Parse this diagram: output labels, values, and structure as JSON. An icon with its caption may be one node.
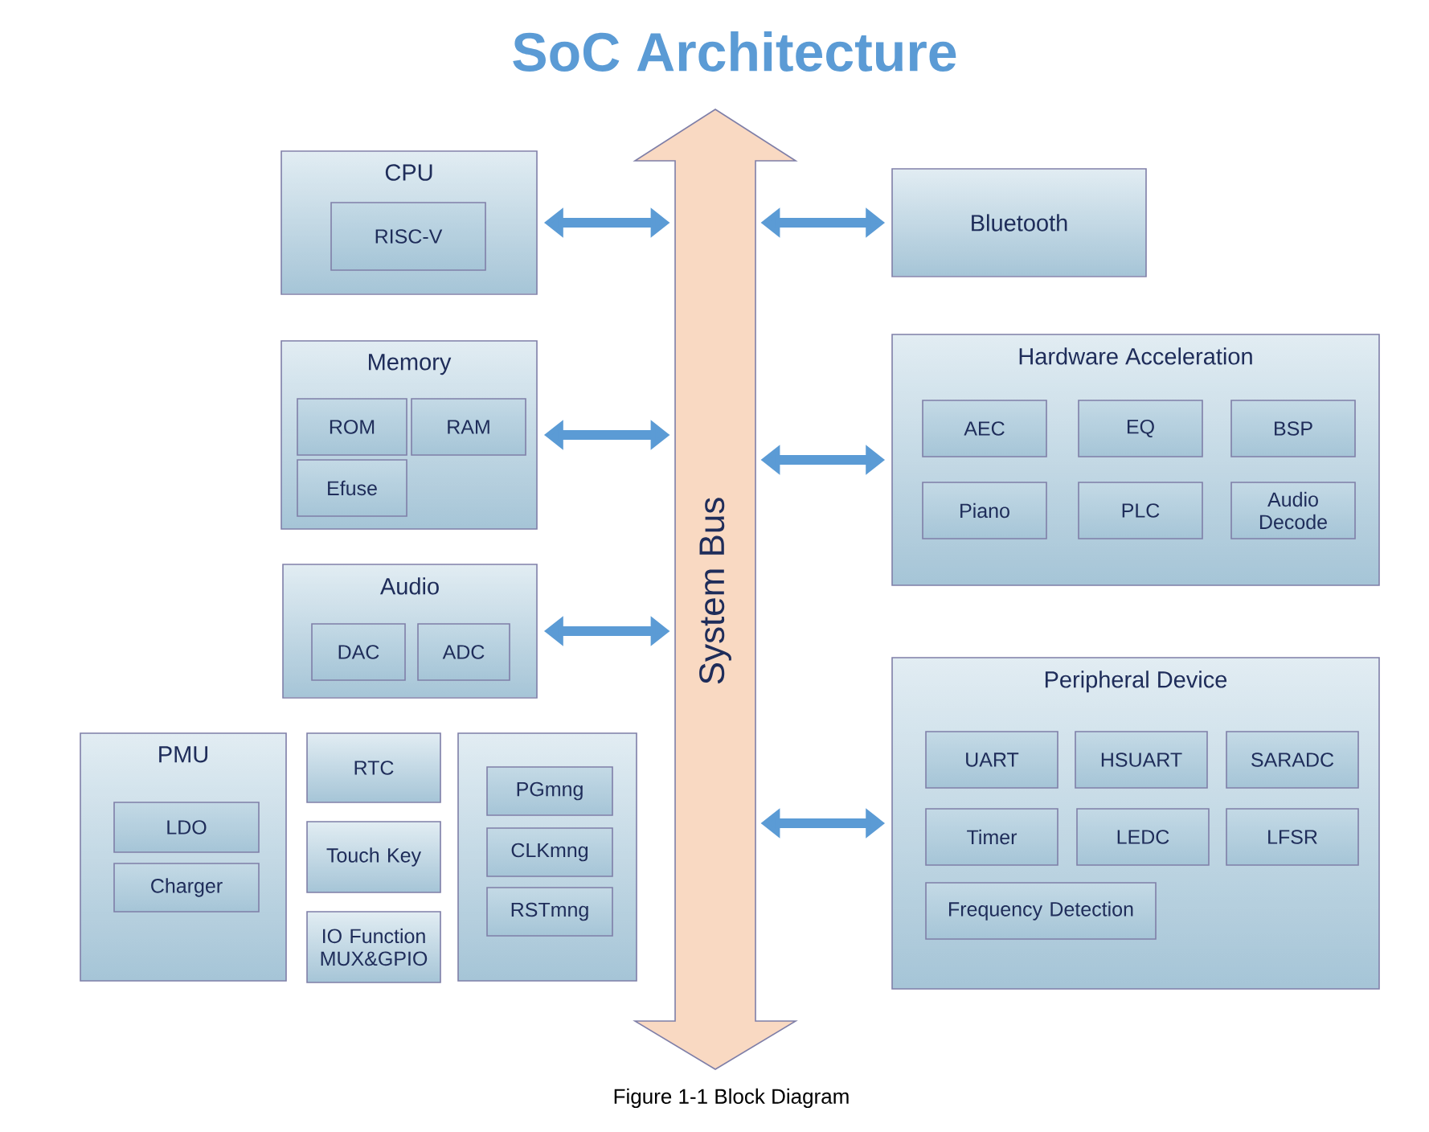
{
  "diagram": {
    "title": "SoC Architecture",
    "caption": "Figure 1-1 Block Diagram",
    "nodes": [
      {
        "text": [
          "System Bus"
        ]
      },
      {
        "text": [
          "CPU"
        ]
      },
      {
        "text": [
          "RISC-V"
        ],
        "in": 1
      },
      {
        "text": [
          "Memory"
        ]
      },
      {
        "text": [
          "ROM"
        ],
        "in": 3
      },
      {
        "text": [
          "RAM"
        ],
        "in": 3
      },
      {
        "text": [
          "Efuse"
        ],
        "in": 3
      },
      {
        "text": [
          "Audio"
        ]
      },
      {
        "text": [
          "DAC"
        ],
        "in": 7
      },
      {
        "text": [
          "ADC"
        ],
        "in": 7
      },
      {
        "text": [
          "PMU"
        ]
      },
      {
        "text": [
          "LDO"
        ],
        "in": 10
      },
      {
        "text": [
          "Charger"
        ],
        "in": 10
      },
      {
        "text": [
          "RTC"
        ]
      },
      {
        "text": [
          "Touch Key"
        ]
      },
      {
        "text": [
          "IO Function MUX&GPIO"
        ]
      },
      {
        "text": [],
        "shape": "box"
      },
      {
        "text": [
          "PGmng"
        ],
        "in": 16
      },
      {
        "text": [
          "CLKmng"
        ],
        "in": 16
      },
      {
        "text": [
          "RSTmng"
        ],
        "in": 16
      },
      {
        "text": [
          "Bluetooth"
        ]
      },
      {
        "text": [
          "Hardware Acceleration"
        ]
      },
      {
        "text": [
          "AEC"
        ],
        "in": 21
      },
      {
        "text": [
          "EQ"
        ],
        "in": 21
      },
      {
        "text": [
          "BSP"
        ],
        "in": 21
      },
      {
        "text": [
          "Piano"
        ],
        "in": 21
      },
      {
        "text": [
          "PLC"
        ],
        "in": 21
      },
      {
        "text": [
          "Audio Decode"
        ],
        "in": 21
      },
      {
        "text": [
          "Peripheral Device"
        ]
      },
      {
        "text": [
          "UART"
        ],
        "in": 28
      },
      {
        "text": [
          "HSUART"
        ],
        "in": 28
      },
      {
        "text": [
          "SARADC"
        ],
        "in": 28
      },
      {
        "text": [
          "Timer"
        ],
        "in": 28
      },
      {
        "text": [
          "LEDC"
        ],
        "in": 28
      },
      {
        "text": [
          "LFSR"
        ],
        "in": 28
      },
      {
        "text": [
          "Frequency Detection"
        ],
        "in": 28
      }
    ],
    "edges": [
      {
        "from": 1,
        "to": 0,
        "arrow": "both"
      },
      {
        "from": 3,
        "to": 0,
        "arrow": "both"
      },
      {
        "from": 7,
        "to": 0,
        "arrow": "both"
      },
      {
        "from": 20,
        "to": 0,
        "arrow": "both"
      },
      {
        "from": 21,
        "to": 0,
        "arrow": "both"
      },
      {
        "from": 28,
        "to": 0,
        "arrow": "both"
      }
    ]
  }
}
